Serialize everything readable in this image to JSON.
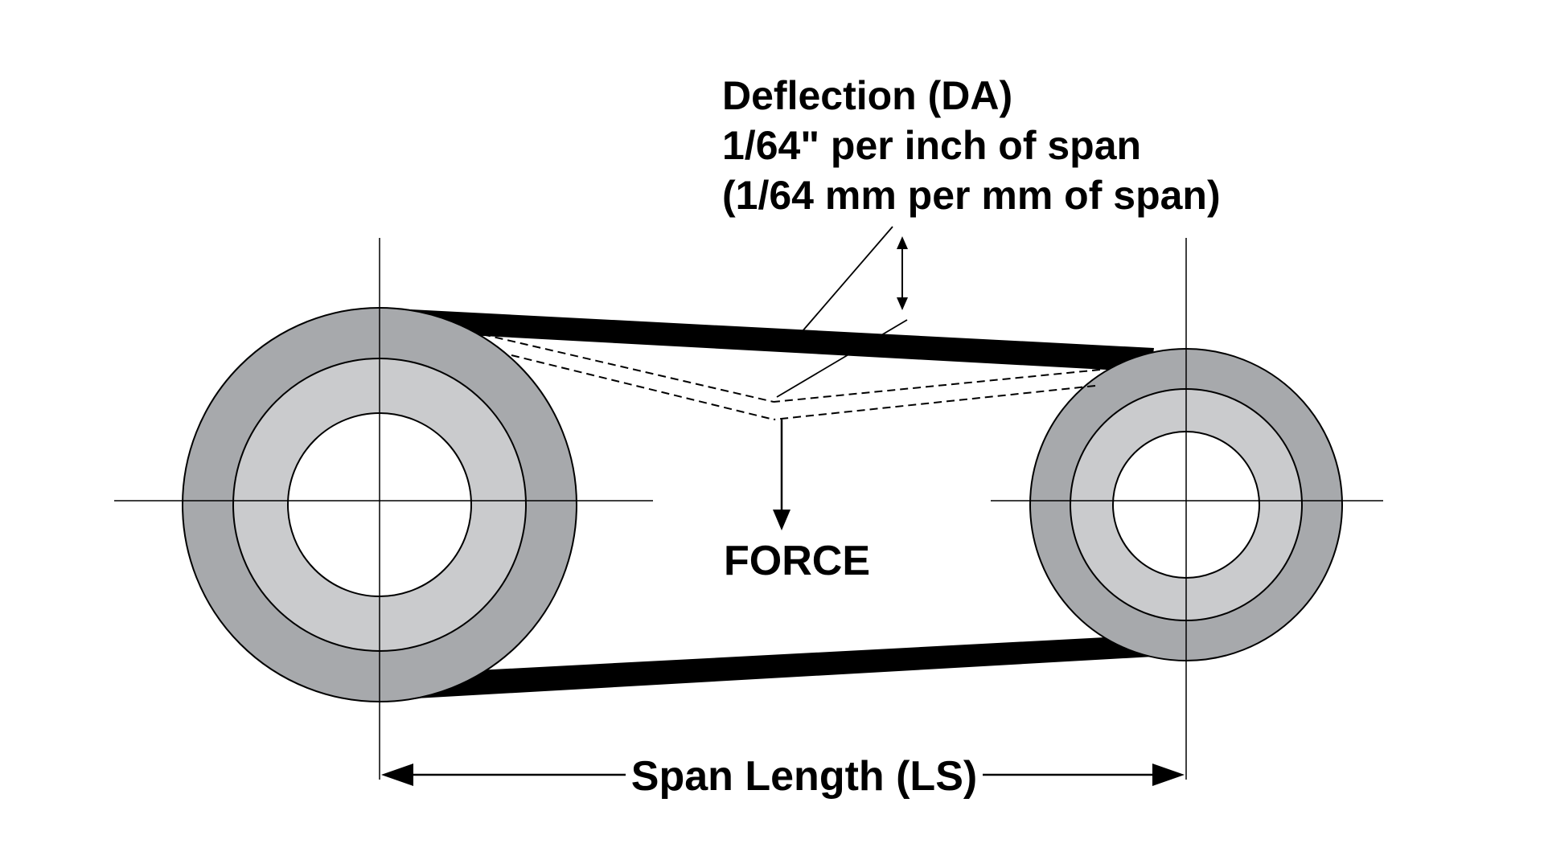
{
  "deflection": {
    "line1": "Deflection (DA)",
    "line2": "1/64\" per inch of span",
    "line3": "(1/64 mm per mm of span)"
  },
  "force_label": "FORCE",
  "span_label": "Span Length (LS)",
  "colors": {
    "pulley_outer": "#a7a9ac",
    "pulley_inner": "#cacbcd",
    "belt": "#000000",
    "background": "#ffffff"
  }
}
